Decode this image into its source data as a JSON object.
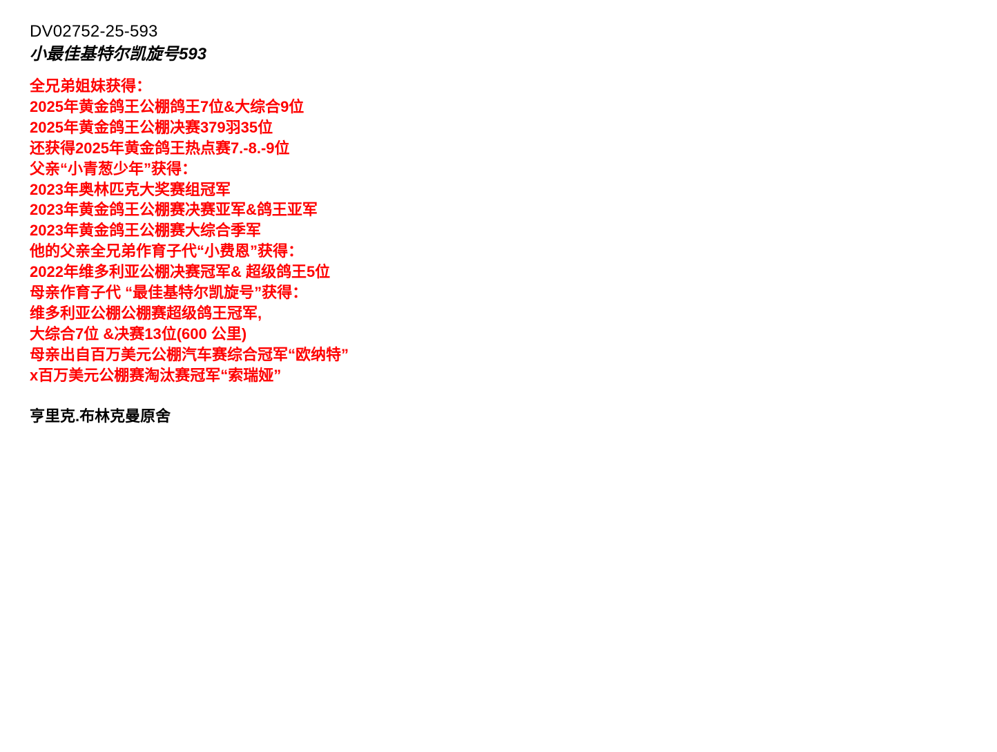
{
  "header": {
    "ring_id": "DV02752-25-593",
    "bird_name": "小最佳基特尔凯旋号593"
  },
  "pedigree": {
    "lines": [
      "全兄弟姐妹获得：",
      "2025年黄金鸽王公棚鸽王7位&大综合9位",
      "2025年黄金鸽王公棚决赛379羽35位",
      "还获得2025年黄金鸽王热点赛7.-8.-9位",
      "父亲“小青葱少年”获得：",
      "2023年奥林匹克大奖赛组冠军",
      "2023年黄金鸽王公棚赛决赛亚军&鸽王亚军",
      "2023年黄金鸽王公棚赛大综合季军",
      "他的父亲全兄弟作育子代“小费恩”获得：",
      "2022年维多利亚公棚决赛冠军& 超级鸽王5位",
      "母亲作育子代 “最佳基特尔凯旋号”获得：",
      "维多利亚公棚公棚赛超级鸽王冠军,",
      "大综合7位 &决赛13位(600 公里)",
      "母亲出自百万美元公棚汽车赛综合冠军“欧纳特”",
      "x百万美元公棚赛淘汰赛冠军“索瑞娅”"
    ]
  },
  "footer": {
    "breeder": "亨里克.布林克曼原舍"
  },
  "colors": {
    "pedigree_text": "#ff0000",
    "primary_text": "#000000",
    "background": "#ffffff"
  }
}
